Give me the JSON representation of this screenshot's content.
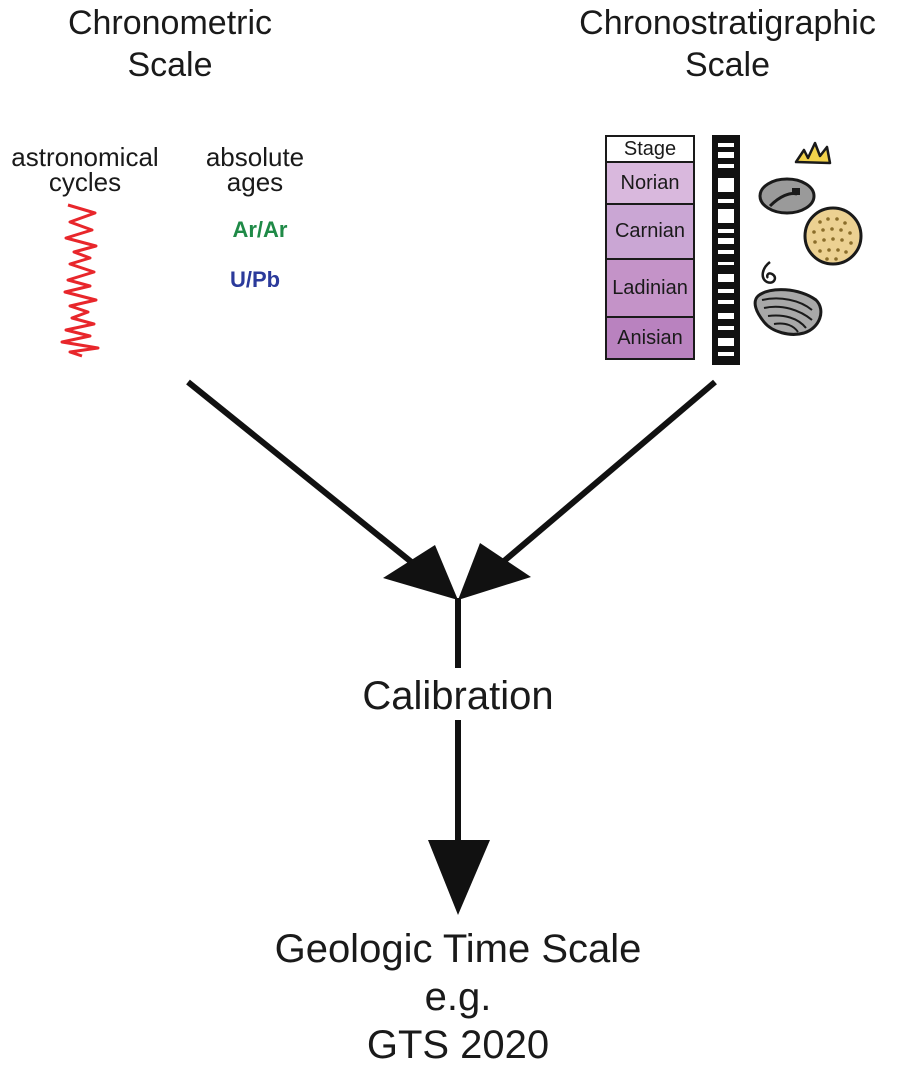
{
  "chronometric": {
    "title_line1": "Chronometric",
    "title_line2": "Scale",
    "astro_line1": "astronomical",
    "astro_line2": "cycles",
    "abs_line1": "absolute",
    "abs_line2": "ages",
    "methods": [
      {
        "label": "Ar/Ar",
        "color": "#1f8a47"
      },
      {
        "label": "U/Pb",
        "color": "#2b3a9b"
      }
    ],
    "cycle_color": "#e8262b"
  },
  "chronostratigraphic": {
    "title_line1": "Chronostratigraphic",
    "title_line2": "Scale",
    "stage_header": "Stage",
    "stages": [
      {
        "label": "Norian",
        "color": "#d9b8dd"
      },
      {
        "label": "Carnian",
        "color": "#caa6d4"
      },
      {
        "label": "Ladinian",
        "color": "#c493c8"
      },
      {
        "label": "Anisian",
        "color": "#b982bf"
      }
    ],
    "fossil_icons": [
      "conodont-icon",
      "ammonite-icon",
      "echinoid-icon",
      "gastropod-icon",
      "bivalve-icon"
    ]
  },
  "flow": {
    "calibration": "Calibration",
    "result_line1": "Geologic Time Scale",
    "result_line2": "e.g.",
    "result_line3": "GTS 2020"
  }
}
